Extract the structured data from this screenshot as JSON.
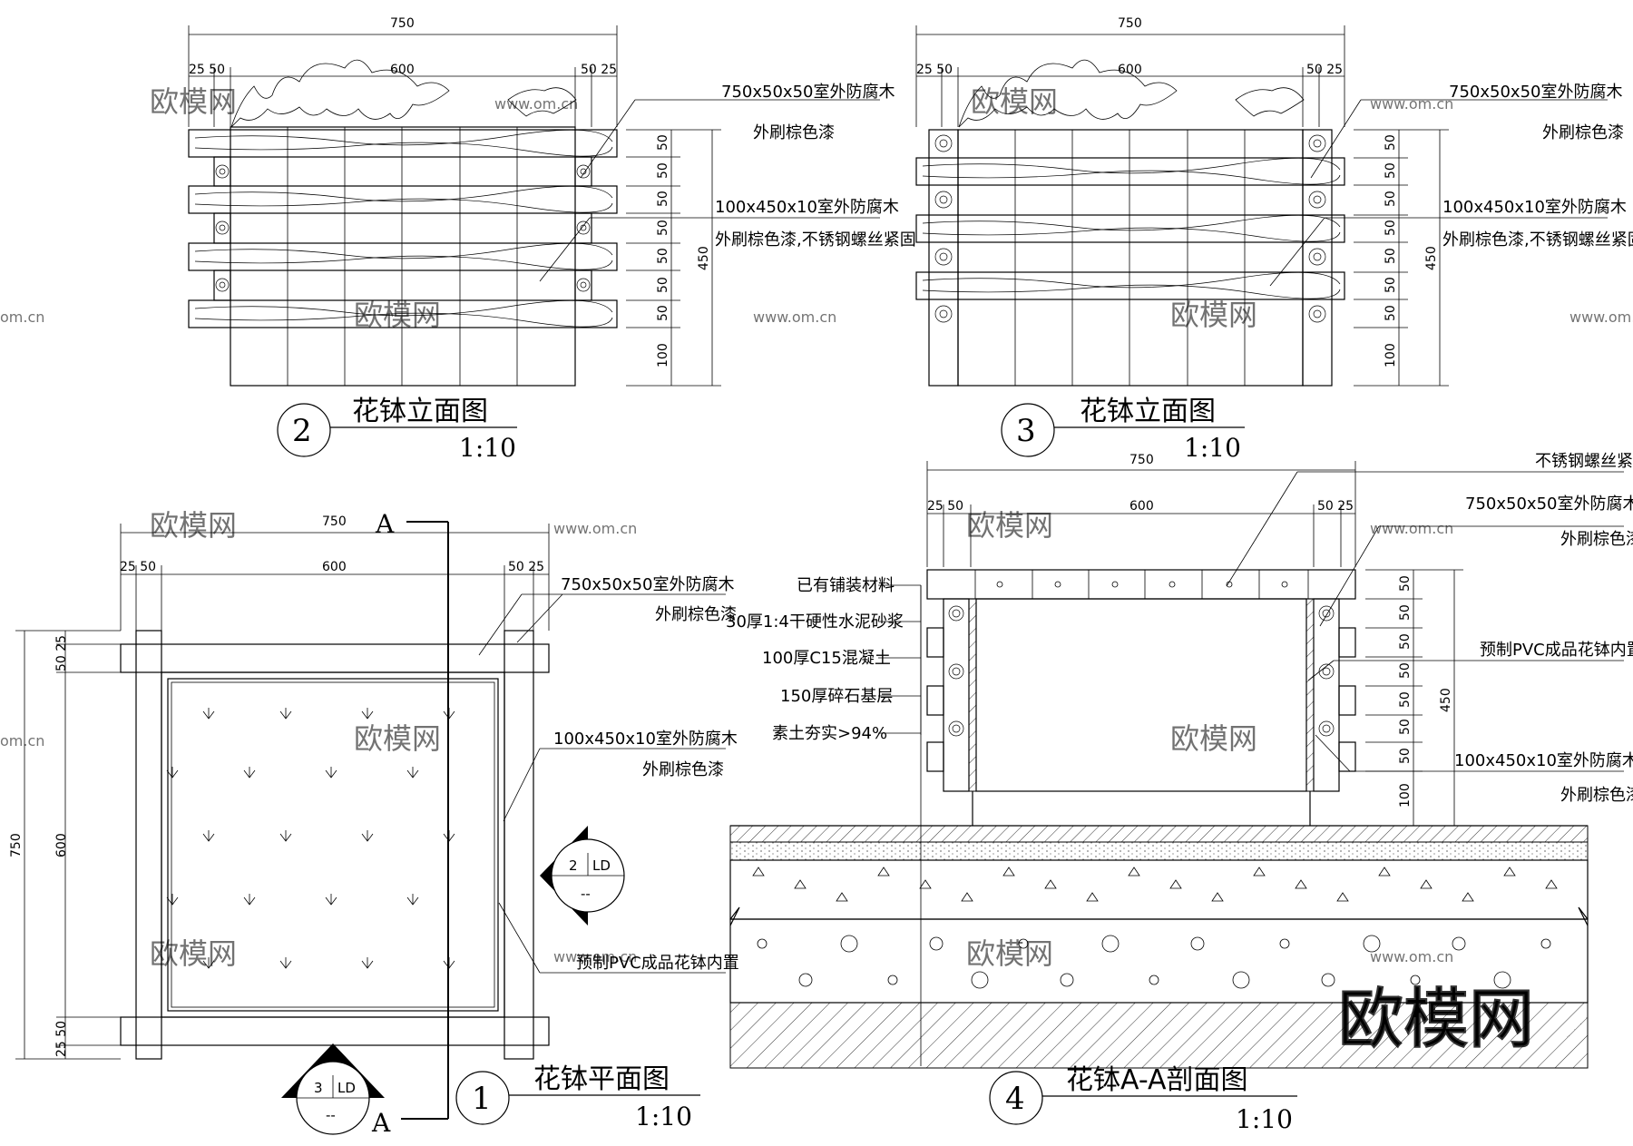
{
  "dims": {
    "total": "750",
    "inner": "600",
    "d25": "25",
    "d50": "50",
    "d100": "100",
    "d450": "450",
    "d5025": "50 25",
    "d2550": "25 50"
  },
  "notes": {
    "rail": "750x50x50室外防腐木",
    "paint": "外刷棕色漆",
    "board": "100x450x10室外防腐木",
    "board_paint_screw": "外刷棕色漆,不锈钢螺丝紧固",
    "screw": "不锈钢螺丝紧固",
    "pvc": "预制PVC成品花钵内置",
    "paving": "已有铺装材料",
    "mortar": "30厚1:4干硬性水泥砂浆",
    "concrete": "100厚C15混凝土",
    "gravel": "150厚碎石基层",
    "soil": "素土夯实>94%"
  },
  "views": [
    {
      "num": "2",
      "title": "花钵立面图",
      "scale": "1:10"
    },
    {
      "num": "3",
      "title": "花钵立面图",
      "scale": "1:10"
    },
    {
      "num": "1",
      "title": "花钵平面图",
      "scale": "1:10"
    },
    {
      "num": "4",
      "title": "花钵A-A剖面图",
      "scale": "1:10"
    }
  ],
  "section_marks": {
    "a": "A",
    "ref1_num": "2",
    "ref1_sheet": "LD",
    "ref2_num": "3",
    "ref2_sheet": "LD",
    "dashes": "--"
  },
  "watermark": {
    "brand": "欧模网",
    "url": "www.om.cn",
    "partial_url": "om.cn"
  }
}
